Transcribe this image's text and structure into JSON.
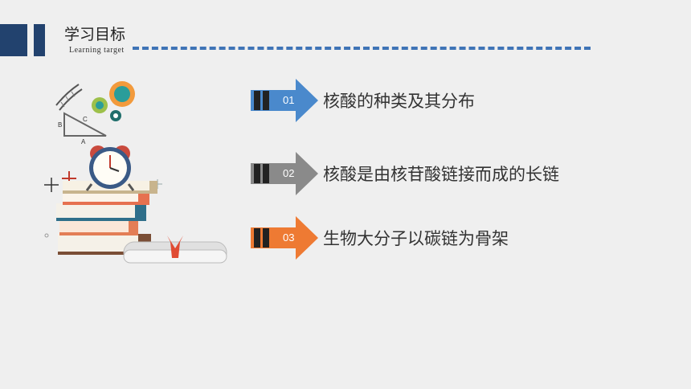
{
  "header": {
    "title": "学习目标",
    "subtitle": "Learning target"
  },
  "items": [
    {
      "num": "01",
      "text": "核酸的种类及其分布",
      "color": "#4a89cc"
    },
    {
      "num": "02",
      "text": "核酸是由核苷酸链接而成的长链",
      "color": "#8a8a8a"
    },
    {
      "num": "03",
      "text": "生物大分子以碳链为骨架",
      "color": "#ee7a33"
    }
  ],
  "colors": {
    "accent": "#22426e",
    "dash": "#3f74b6",
    "background": "#efefef"
  },
  "illustration": {
    "triangle_labels": [
      "A",
      "B",
      "C"
    ],
    "icons": [
      "dna-icon",
      "gear-icon",
      "alarm-clock-icon",
      "books-icon",
      "scroll-icon"
    ]
  }
}
